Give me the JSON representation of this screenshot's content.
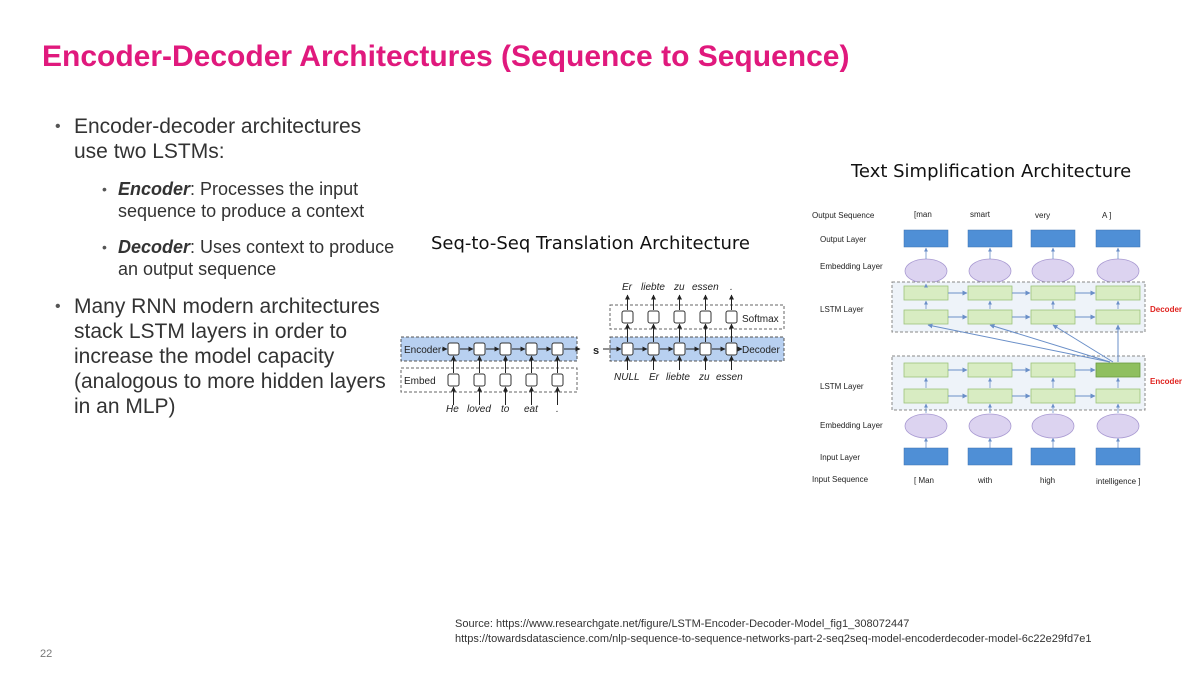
{
  "slide": {
    "title": "Encoder-Decoder Architectures (Sequence to Sequence)",
    "bullets": {
      "b1": "Encoder-decoder architectures use two LSTMs:",
      "encoder_term": "Encoder",
      "encoder_desc": ": Processes the input sequence to produce a context",
      "decoder_term": "Decoder",
      "decoder_desc": ": Uses context to produce an output sequence",
      "b2": "Many RNN modern architectures stack LSTM layers in order to increase the model capacity (analogous to more hidden layers in an MLP)"
    },
    "source_line1": "Source: https://www.researchgate.net/figure/LSTM-Encoder-Decoder-Model_fig1_308072447",
    "source_line2": "https://towardsdatascience.com/nlp-sequence-to-sequence-networks-part-2-seq2seq-model-encoderdecoder-model-6c22e29fd7e1",
    "page_number": "22"
  },
  "seq2seq": {
    "caption": "Seq-to-Seq Translation Architecture",
    "output_words": [
      "Er",
      "liebte",
      "zu",
      "essen",
      "."
    ],
    "softmax_label": "Softmax",
    "encoder_label": "Encoder",
    "embed_label": "Embed",
    "decoder_label": "Decoder",
    "s_label": "s",
    "input_words": [
      "He",
      "loved",
      "to",
      "eat",
      "."
    ],
    "decoder_inputs": [
      "NULL",
      "Er",
      "liebte",
      "zu",
      "essen"
    ]
  },
  "textsimp": {
    "caption": "Text Simplification Architecture",
    "row_labels": {
      "output_sequence": "Output Sequence",
      "output_layer": "Output Layer",
      "embedding_layer_top": "Embedding Layer",
      "lstm_layer_top": "LSTM Layer",
      "lstm_layer_bottom": "LSTM Layer",
      "embedding_layer_bottom": "Embedding Layer",
      "input_layer": "Input Layer",
      "input_sequence": "Input Sequence"
    },
    "decoder_label": "Decoder",
    "encoder_label": "Encoder",
    "output_tokens": [
      "[man",
      "smart",
      "very",
      "A ]"
    ],
    "input_tokens": [
      "[ Man",
      "with",
      "high",
      "intelligence ]"
    ],
    "colors": {
      "accent_red": "#e0231f",
      "box_blue": "#4f8fd6",
      "lstm_green": "#d8ecc2",
      "embed_purple": "#dcd3f0"
    }
  }
}
